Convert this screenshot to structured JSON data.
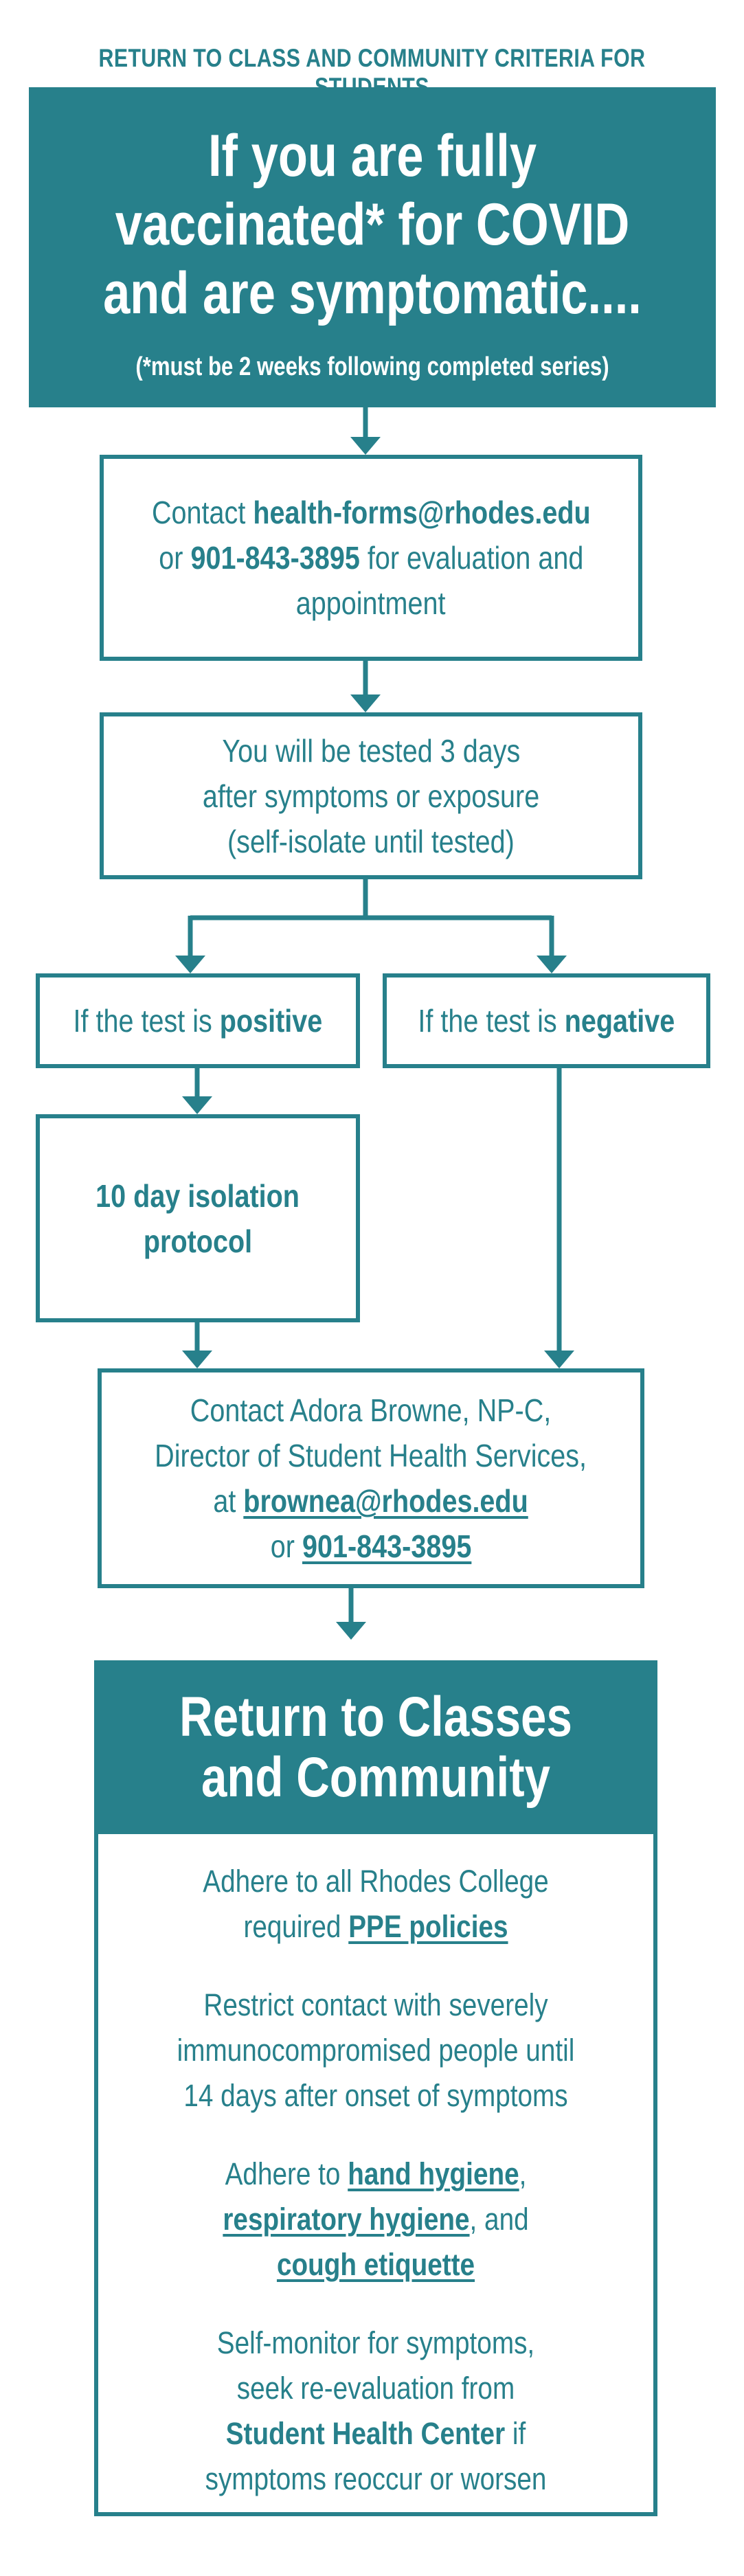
{
  "top_title": "RETURN TO CLASS AND COMMUNITY CRITERIA FOR STUDENTS",
  "header": {
    "line1": "If you are fully",
    "line2": "vaccinated* for COVID",
    "line3": "and are symptomatic....",
    "note": "(*must be 2 weeks following completed series)"
  },
  "contact_box": {
    "pre1": "Contact ",
    "email": "health-forms@rhodes.edu",
    "pre2": "or ",
    "phone": "901-843-3895",
    "post2": " for evaluation and",
    "line3": "appointment"
  },
  "tested_box": {
    "line1": "You will be tested 3 days",
    "line2": "after symptoms or exposure",
    "line3": "(self-isolate until tested)"
  },
  "positive_box": {
    "pre": "If the test is ",
    "bold": "positive"
  },
  "negative_box": {
    "pre": "If the test is ",
    "bold": "negative"
  },
  "isolation_box": {
    "line1": "10 day isolation",
    "line2": "protocol"
  },
  "director_box": {
    "line1": "Contact Adora Browne, NP-C,",
    "line2": "Director of Student Health Services,",
    "line3_pre": "at ",
    "email": "brownea@rhodes.edu",
    "line4_pre": "or ",
    "phone": "901-843-3895"
  },
  "final": {
    "title1": "Return to Classes",
    "title2": "and Community",
    "p1_line1": "Adhere to all Rhodes College",
    "p1_line2_pre": "required ",
    "p1_link": "PPE policies",
    "p2_line1": "Restrict contact with severely",
    "p2_line2": "immunocompromised people until",
    "p2_line3": "14 days after onset of symptoms",
    "p3_line1_pre": "Adhere to ",
    "p3_link1": "hand hygiene",
    "p3_line1_post": ",",
    "p3_link2": "respiratory hygiene",
    "p3_line2_post": ", and",
    "p3_link3": "cough etiquette",
    "p4_line1": "Self-monitor for symptoms,",
    "p4_line2": "seek re-evaluation from",
    "p4_bold": "Student Health Center",
    "p4_line3_post": " if",
    "p4_line4": "symptoms reoccur or worsen"
  },
  "colors": {
    "teal": "#27808b",
    "background": "#ffffff"
  }
}
